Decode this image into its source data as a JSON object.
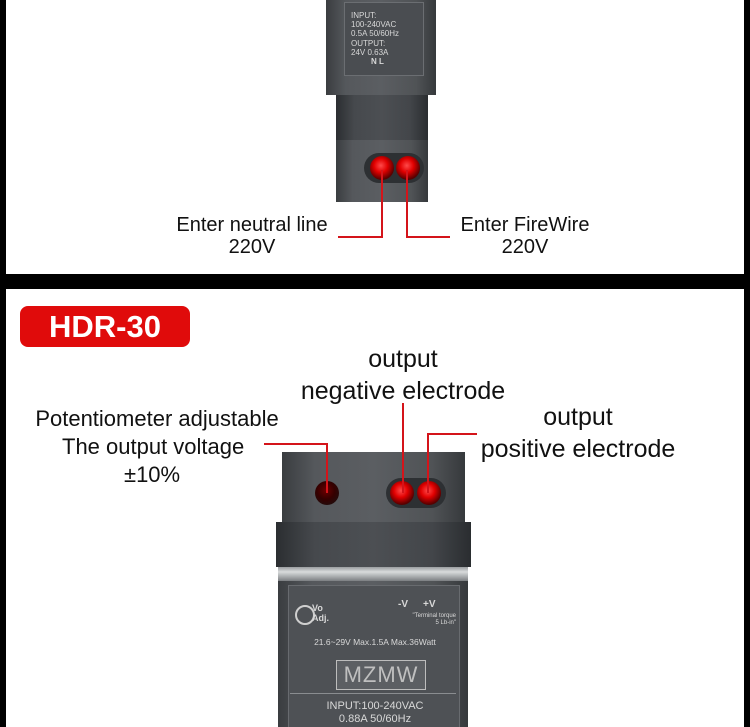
{
  "top": {
    "label_left": [
      "Enter neutral line",
      "220V"
    ],
    "label_right": [
      "Enter FireWire",
      "220V"
    ],
    "spec_input_title": "INPUT:",
    "spec_input_value": "100-240VAC",
    "spec_input_current": "0.5A 50/60Hz",
    "spec_output_title": "OUTPUT:",
    "spec_output_value": "24V    0.63A",
    "spec_terminals": "N    L"
  },
  "bottom": {
    "badge": "HDR-30",
    "label_pot": [
      "Potentiometer adjustable",
      "The output voltage",
      "±10%"
    ],
    "label_neg": [
      "output",
      "negative electrode"
    ],
    "label_pos": [
      "output",
      "positive electrode"
    ],
    "device": {
      "vo": "Vo",
      "adj": "Adj.",
      "neg_sign": "-V",
      "pos_sign": "+V",
      "torque1": "\"Terminal torque",
      "torque2": "5 Lb-in\"",
      "rating": "21.6~29V Max.1.5A Max.36Watt",
      "brand": "MZMW",
      "input": "INPUT:100-240VAC",
      "input2": "0.88A 50/60Hz"
    }
  },
  "colors": {
    "accent": "#d4141a",
    "badge_bg": "#e00b0b",
    "frame": "#000000"
  }
}
